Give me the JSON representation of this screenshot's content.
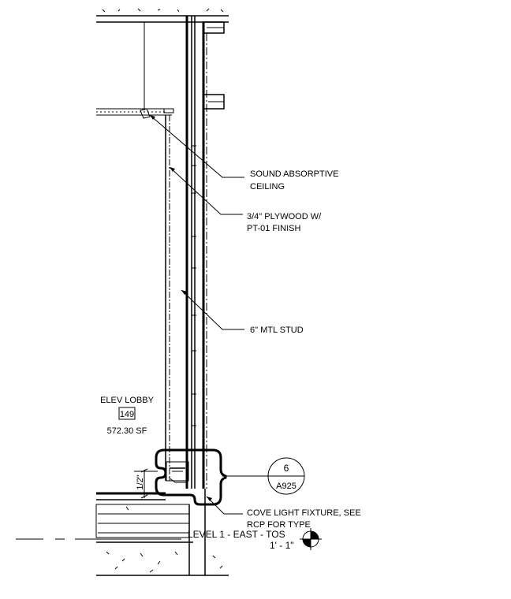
{
  "annotations": {
    "ceiling": [
      "SOUND ABSORPTIVE",
      "CEILING"
    ],
    "plywood": [
      "3/4\" PLYWOOD W/",
      "PT-01 FINISH"
    ],
    "stud": "6\" MTL STUD",
    "cove": [
      "COVE LIGHT FIXTURE, SEE",
      "RCP FOR TYPE"
    ]
  },
  "room": {
    "name": "ELEV LOBBY",
    "number": "149",
    "area": "572.30 SF"
  },
  "detail_callout": {
    "number": "6",
    "sheet": "A925"
  },
  "dimension": "1/2\"",
  "level": {
    "name": "LEVEL 1 - EAST - TOS",
    "elevation": "1' - 1\""
  }
}
